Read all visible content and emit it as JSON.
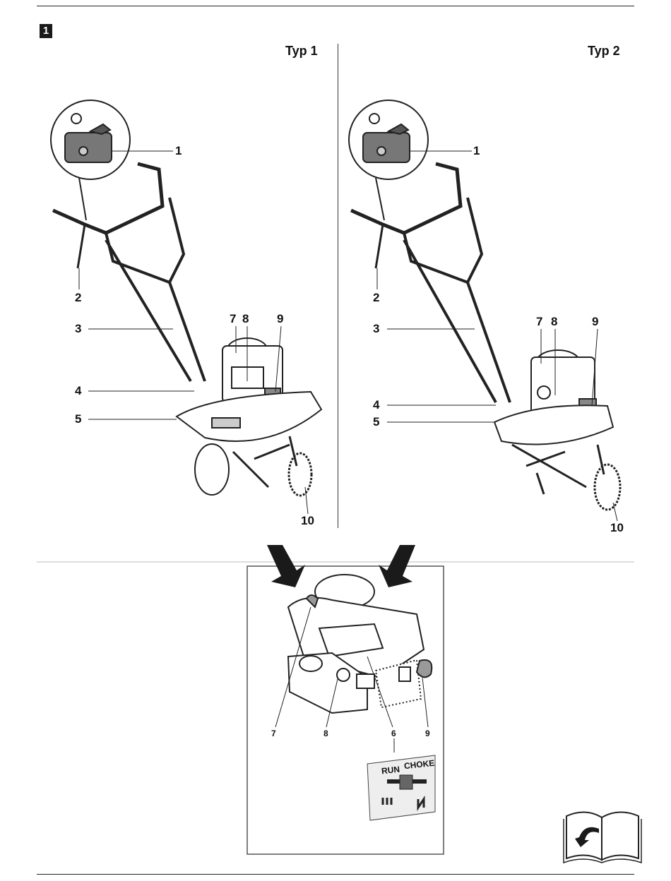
{
  "figure_number": "1",
  "panels": {
    "left": {
      "title": "Typ 1",
      "callouts": [
        "1",
        "2",
        "3",
        "4",
        "5",
        "7",
        "8",
        "9",
        "10"
      ]
    },
    "right": {
      "title": "Typ 2",
      "callouts": [
        "1",
        "2",
        "3",
        "4",
        "5",
        "7",
        "8",
        "9",
        "10"
      ]
    }
  },
  "engine_detail": {
    "callouts": [
      "7",
      "8",
      "6",
      "9"
    ]
  },
  "choke_label": {
    "left": "RUN",
    "right": "CHOKE"
  },
  "icons": {
    "magnifier": "stop-switch-detail-icon",
    "manual": "read-manual-icon"
  }
}
